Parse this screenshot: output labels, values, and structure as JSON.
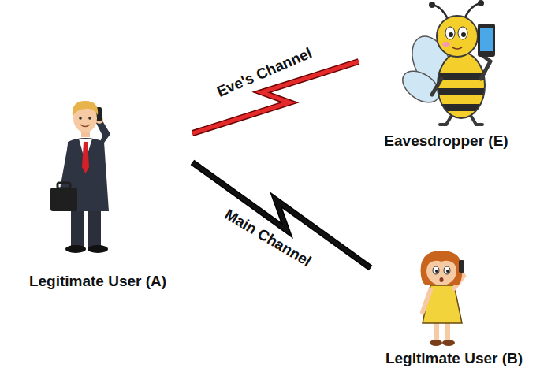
{
  "diagram": {
    "nodes": [
      {
        "text": [
          "Legitimate User (A)"
        ]
      },
      {
        "text": [
          "Eavesdropper (E)"
        ]
      },
      {
        "text": [
          "Legitimate User (B)"
        ]
      }
    ],
    "edges": [
      {
        "from": 0,
        "to": 1,
        "arrow": "none",
        "label": "Eve's Channel"
      },
      {
        "from": 0,
        "to": 2,
        "arrow": "none",
        "label": "Main Channel"
      }
    ]
  }
}
